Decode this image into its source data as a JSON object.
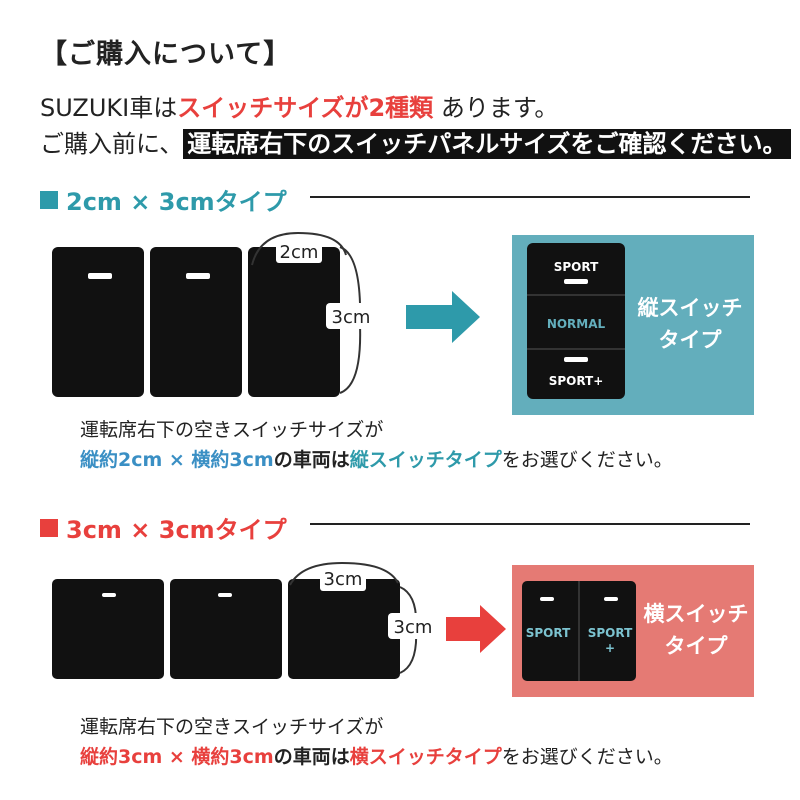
{
  "header": {
    "title": "【ご購入について】",
    "line1_pre": "SUZUKI車は",
    "line1_red": "スイッチサイズが2種類",
    "line1_post": "あります。",
    "line2_pre": "ご購入前に、",
    "line2_hl": "運転席右下のスイッチパネルサイズをご確認ください。"
  },
  "type_a": {
    "heading": "2cm × 3cmタイプ",
    "width_label": "2cm",
    "height_label": "3cm",
    "panel": {
      "top_label": "SPORT",
      "mid_label": "NORMAL",
      "bottom_label": "SPORT+"
    },
    "result_line1": "縦スイッチ",
    "result_line2": "タイプ",
    "desc_line1": "運転席右下の空きスイッチサイズが",
    "desc_size": "縦約2cm × 横約3cm",
    "desc_mid": "の車両は",
    "desc_type": "縦スイッチタイプ",
    "desc_end": "をお選びください。"
  },
  "type_b": {
    "heading": "3cm × 3cmタイプ",
    "width_label": "3cm",
    "height_label": "3cm",
    "panel": {
      "left_label": "SPORT",
      "right_label_1": "SPORT",
      "right_label_2": "+"
    },
    "result_line1": "横スイッチ",
    "result_line2": "タイプ",
    "desc_line1": "運転席右下の空きスイッチサイズが",
    "desc_size": "縦約3cm × 横約3cm",
    "desc_mid": "の車両は",
    "desc_type": "横スイッチタイプ",
    "desc_end": "をお選びください。"
  },
  "colors": {
    "teal": "#2e9aaa",
    "teal_bg": "#63aebc",
    "red": "#e8403d",
    "red_bg": "#e57a74",
    "panel_dark": "#111111"
  }
}
